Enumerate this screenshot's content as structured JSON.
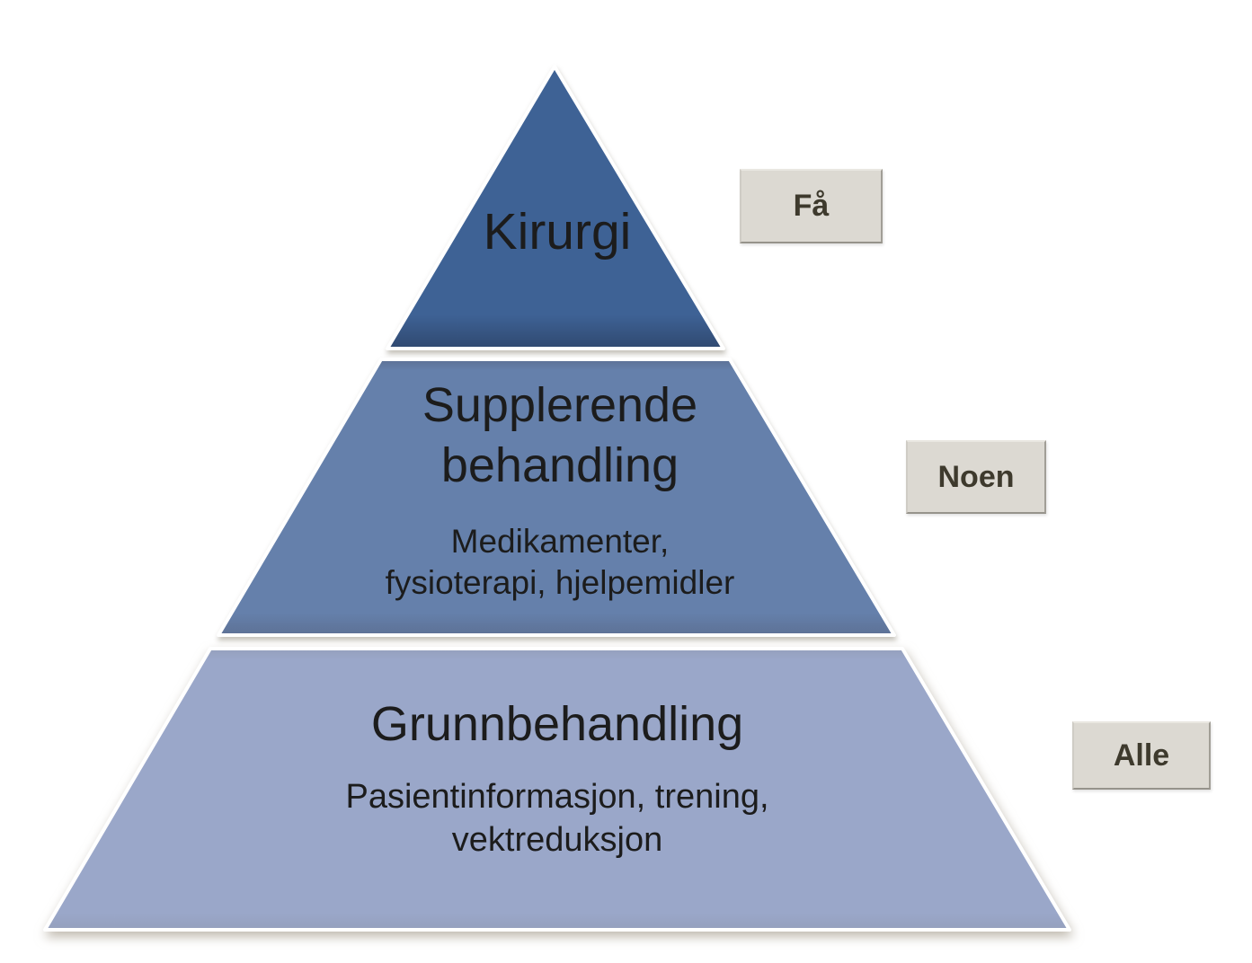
{
  "background_color": "#ffffff",
  "text_color": "#1c1c1c",
  "pyramid": {
    "type": "pyramid-diagram",
    "levels": [
      {
        "position": "top",
        "title": "Kirurgi",
        "subtitle": "",
        "audience_label": "Få",
        "fill": "#3e6295",
        "edge": "#304970"
      },
      {
        "position": "middle",
        "title": "Supplerende\nbehandling",
        "subtitle": "Medikamenter,\nfysioterapi, hjelpemidler",
        "audience_label": "Noen",
        "fill": "#6580ab",
        "edge": "#5d7195"
      },
      {
        "position": "bottom",
        "title": "Grunnbehandling",
        "subtitle": "Pasientinformasjon, trening,\nvektreduksjon",
        "audience_label": "Alle",
        "fill": "#9aa7c9",
        "edge": "#95a0bd"
      }
    ],
    "label_box": {
      "bg": "#dcd9d2",
      "border": "#a9a69d",
      "text_color": "#3e3a2d"
    }
  }
}
